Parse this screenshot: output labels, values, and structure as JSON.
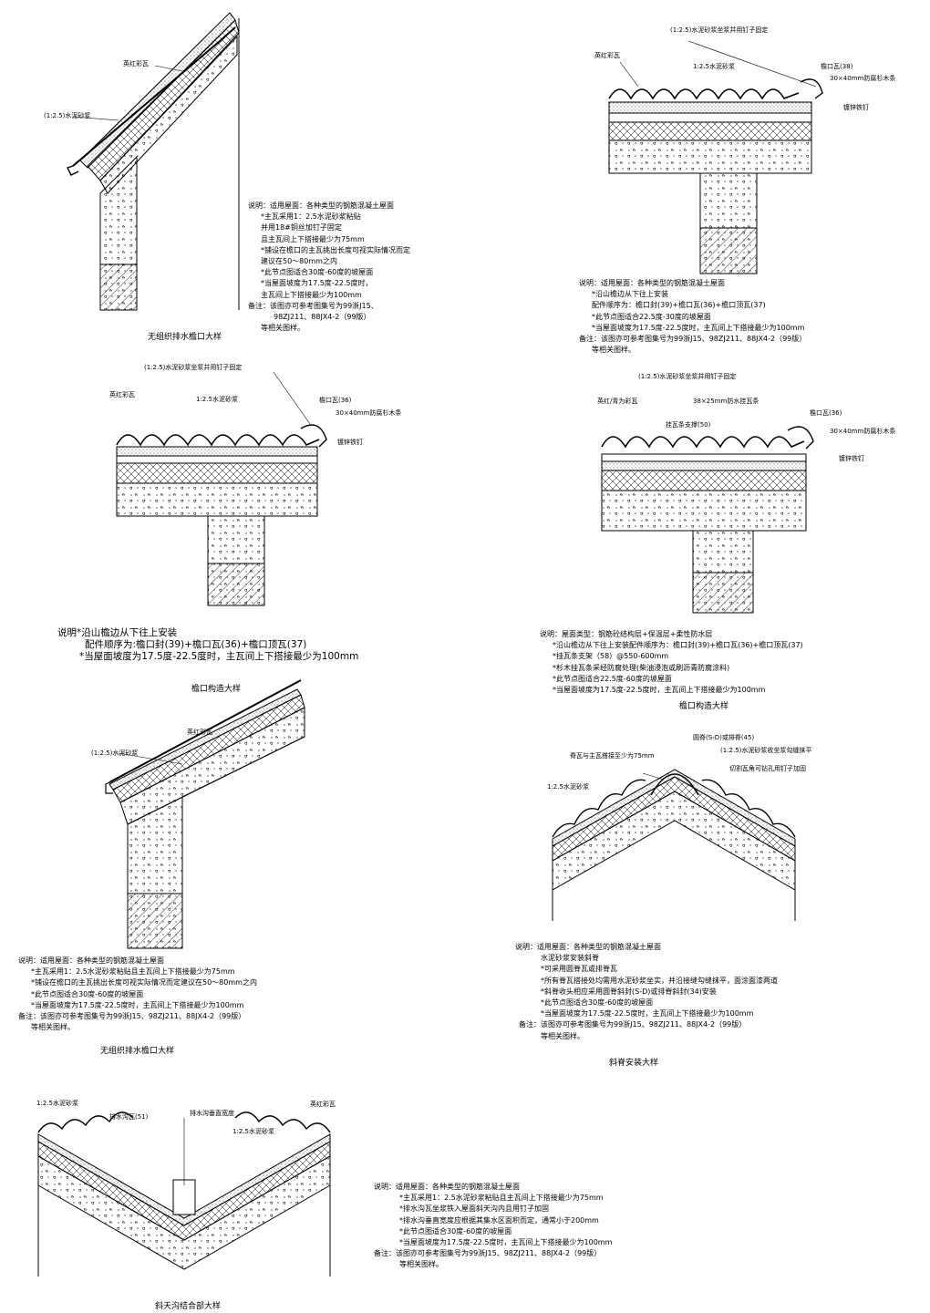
{
  "d1": {
    "labels": [
      "英红彩瓦",
      "(1:2.5)水泥砂浆"
    ],
    "notes": [
      "说明：适用屋面：各种类型的钢筋混凝土屋面",
      "*主瓦采用1：2.5水泥砂浆粘贴",
      "并用18#铜丝加钉子固定",
      "且主瓦间上下搭接最少为75mm",
      "*铺设在檐口的主瓦挑出长度可视实际情况而定",
      "建议在50～80mm之内",
      "*此节点图适合30度-60度的坡屋面",
      "*当屋面坡度为17.5度-22.5度时，",
      "主瓦间上下搭接最少为100mm",
      "备注：该图亦可参考图集号为99浙J15、",
      "98ZJ211、88JX4-2（99版）",
      "等相关图样。"
    ],
    "title": "无组织排水檐口大样"
  },
  "d2": {
    "labels": [
      "(1:2.5)水泥砂浆坐浆并用钉子固定",
      "英红彩瓦",
      "1:2.5水泥砂浆",
      "檐口瓦(38)",
      "30×40mm防腐杉木条",
      "镀锌铁钉"
    ],
    "notes": [
      "说明：适用屋面：各种类型的钢筋混凝土屋面",
      "*沿山檐边从下往上安装",
      "配件顺序为：檐口封(39)+檐口瓦(36)+檐口顶瓦(37)",
      "*此节点图适合22.5度-30度的坡屋面",
      "*当屋面坡度为17.5度-22.5度时，主瓦间上下搭接最少为100mm",
      "备注：该图亦可参考图集号为99浙J15、98ZJ211、88JX4-2（99版）",
      "等相关图样。"
    ]
  },
  "d3": {
    "labels": [
      "(1:2.5)水泥砂浆坐浆并用钉子固定",
      "英红彩瓦",
      "1:2.5水泥砂浆",
      "檐口瓦(36)",
      "30×40mm防腐杉木条",
      "镀锌铁钉"
    ],
    "notes": [
      "说明*沿山檐边从下往上安装",
      "配件顺序为:檐口封(39)+檐口瓦(36)+檐口顶瓦(37)",
      "*当屋面坡度为17.5度-22.5度时，主瓦间上下搭接最少为100mm"
    ],
    "title": "檐口构造大样"
  },
  "d4": {
    "labels": [
      "(1:2.5)水泥砂浆坐浆并用钉子固定",
      "英红/青为彩瓦",
      "38×25mm防水挂瓦条",
      "挂瓦条支撑(50)",
      "檐口瓦(36)",
      "30×40mm防腐杉木条",
      "镀锌铁钉"
    ],
    "notes": [
      "说明：屋面类型：钢筋砼结构层+保温层+柔性防水层",
      "*沿山檐边从下往上安装配件顺序为：檐口封(39)+檐口瓦(36)+檐口顶瓦(37)",
      "*挂瓦条支架（58）@550-600mm",
      "*杉木挂瓦条采经防腐处理(柴油浸泡或刷沥青防腐涂料)",
      "*此节点图适合22.5度-60度的坡屋面",
      "*当屋面坡度为17.5度-22.5度时，主瓦间上下搭接最少为100mm"
    ],
    "title": "檐口构造大样"
  },
  "d5": {
    "labels": [
      "英红彩瓦",
      "(1:2.5)水泥砂浆"
    ],
    "notes": [
      "说明：适用屋面：各种类型的钢筋混凝土屋面",
      "*主瓦采用1：2.5水泥砂浆粘贴且主瓦间上下搭接最少为75mm",
      "*铺设在檐口的主瓦挑出长度可视实际情况而定建议在50～80mm之内",
      "*此节点图适合30度-60度的坡屋面",
      "*当屋面坡度为17.5度-22.5度时，主瓦间上下搭接最少为100mm",
      "备注：该图亦可参考图集号为99浙J15、98ZJ211、88JX4-2（99版）",
      "等相关图样。"
    ],
    "title": "无组织排水檐口大样"
  },
  "d6": {
    "labels": [
      "圆脊(S-D)或排脊(45)",
      "脊瓦与主瓦搭接至少为75mm",
      "(1:2.5)水泥砂浆收坐浆勾缝抹平",
      "1:2.5水泥砂浆",
      "切割瓦角可钻孔用钉子加固"
    ],
    "notes": [
      "说明：适用屋面：各种类型的钢筋混凝土屋面",
      "水泥砂浆安装斜脊",
      "*可采用圆脊瓦或排脊瓦",
      "*所有脊瓦搭接处均需用水泥砂浆坐实，并沿接缝勾缝抹平，面涂面漆两道",
      "*斜脊收头相应采用圆脊斜封(S-D)或排脊斜封(34)安装",
      "*此节点图适合30度-60度的坡屋面",
      "*当屋面坡度为17.5度-22.5度时，主瓦间上下搭接最少为100mm",
      "备注：该图亦可参考图集号为99浙J15、98ZJ211、88JX4-2（99版）",
      "等相关图样。"
    ],
    "title": "斜脊安装大样"
  },
  "d7": {
    "labels": [
      "1:2.5水泥砂浆",
      "排水沟瓦(51)",
      "排水沟垂直宽度",
      "1:2.5水泥砂浆",
      "英红彩瓦"
    ],
    "notes": [
      "说明：适用屋面：各种类型的钢筋混凝土屋面",
      "*主瓦采用1：2.5水泥砂浆粘贴且主瓦间上下搭接最少为75mm",
      "*排水沟瓦坐浆铁入屋面斜天沟内且用钉子加固",
      "*排水沟垂直宽度应根据其集水区面积而定，通常小于200mm",
      "*此节点图适合30度-60度的坡屋面",
      "*当屋面坡度为17.5度-22.5度时，主瓦间上下搭接最少为100mm",
      "备注：该图亦可参考图集号为99浙J15、98ZJ211、88JX4-2（99版）",
      "等相关图样。"
    ],
    "title": "斜天沟结合部大样"
  }
}
